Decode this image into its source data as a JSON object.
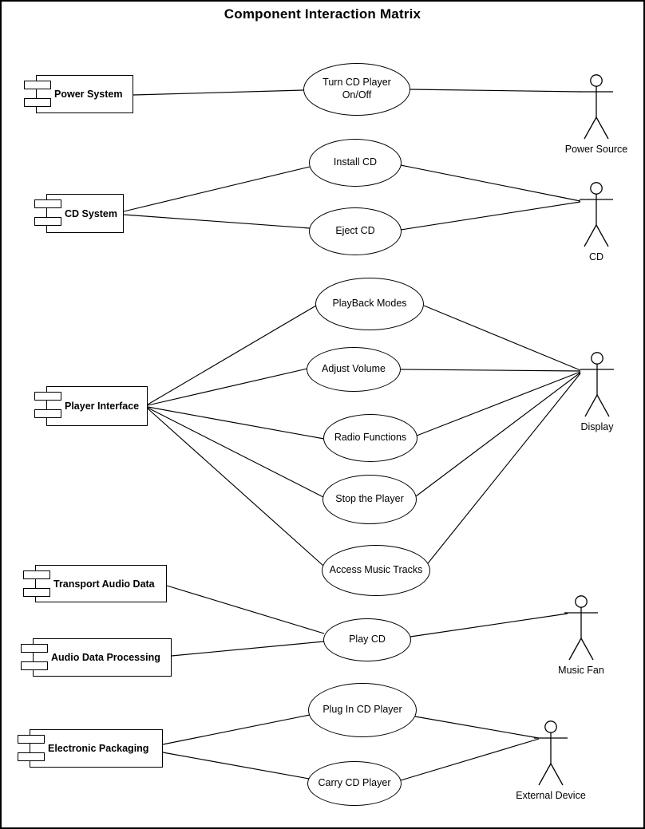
{
  "title": "Component Interaction Matrix",
  "components": [
    {
      "label": "Power System"
    },
    {
      "label": "CD System"
    },
    {
      "label": "Player Interface"
    },
    {
      "label": "Transport Audio Data"
    },
    {
      "label": "Audio Data Processing"
    },
    {
      "label": "Electronic Packaging"
    }
  ],
  "use_cases": [
    {
      "label": "Turn CD Player On/Off"
    },
    {
      "label": "Install CD"
    },
    {
      "label": "Eject CD"
    },
    {
      "label": "PlayBack Modes"
    },
    {
      "label": "Adjust Volume"
    },
    {
      "label": "Radio Functions"
    },
    {
      "label": "Stop the Player"
    },
    {
      "label": "Access Music Tracks"
    },
    {
      "label": "Play CD"
    },
    {
      "label": "Plug In CD Player"
    },
    {
      "label": "Carry CD Player"
    }
  ],
  "actors": [
    {
      "label": "Power Source"
    },
    {
      "label": "CD"
    },
    {
      "label": "Display"
    },
    {
      "label": "Music Fan"
    },
    {
      "label": "External Device"
    }
  ],
  "connections": [
    {
      "from": "Power System",
      "to": "Turn CD Player On/Off"
    },
    {
      "from": "Turn CD Player On/Off",
      "to": "Power Source"
    },
    {
      "from": "CD System",
      "to": "Install CD"
    },
    {
      "from": "CD System",
      "to": "Eject CD"
    },
    {
      "from": "Install CD",
      "to": "CD"
    },
    {
      "from": "Eject CD",
      "to": "CD"
    },
    {
      "from": "Player Interface",
      "to": "PlayBack Modes"
    },
    {
      "from": "Player Interface",
      "to": "Adjust Volume"
    },
    {
      "from": "Player Interface",
      "to": "Radio Functions"
    },
    {
      "from": "Player Interface",
      "to": "Stop the Player"
    },
    {
      "from": "Player Interface",
      "to": "Access Music Tracks"
    },
    {
      "from": "PlayBack Modes",
      "to": "Display"
    },
    {
      "from": "Adjust Volume",
      "to": "Display"
    },
    {
      "from": "Radio Functions",
      "to": "Display"
    },
    {
      "from": "Stop the Player",
      "to": "Display"
    },
    {
      "from": "Access Music Tracks",
      "to": "Display"
    },
    {
      "from": "Transport Audio Data",
      "to": "Play CD"
    },
    {
      "from": "Audio Data Processing",
      "to": "Play CD"
    },
    {
      "from": "Play CD",
      "to": "Music Fan"
    },
    {
      "from": "Electronic Packaging",
      "to": "Plug In CD Player"
    },
    {
      "from": "Electronic Packaging",
      "to": "Carry CD Player"
    },
    {
      "from": "Plug In CD Player",
      "to": "External Device"
    },
    {
      "from": "Carry CD Player",
      "to": "External Device"
    }
  ],
  "colors": {
    "stroke": "#000000",
    "background": "#ffffff"
  }
}
